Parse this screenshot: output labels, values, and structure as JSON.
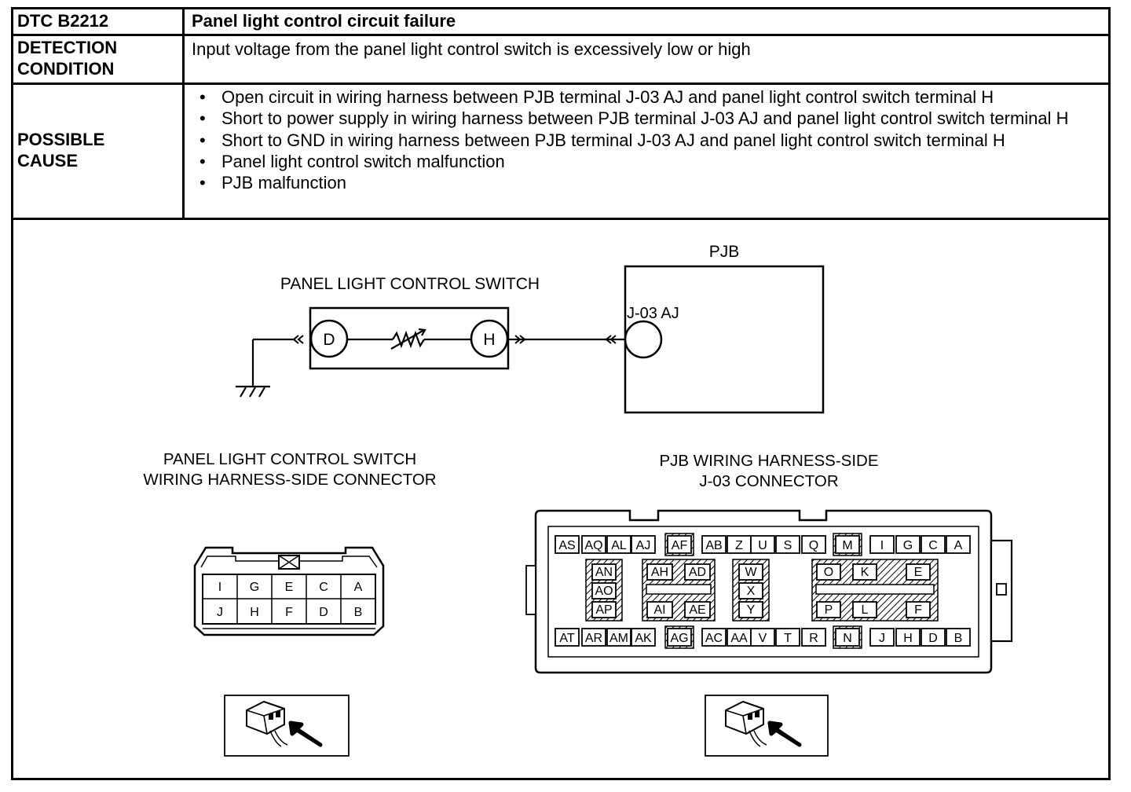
{
  "dtc": {
    "code": "DTC B2212",
    "title": "Panel light control circuit failure"
  },
  "detection": {
    "label_line1": "DETECTION",
    "label_line2": "CONDITION",
    "text": "Input voltage from the panel light control switch is excessively low or high"
  },
  "possible_cause": {
    "label_line1": "POSSIBLE",
    "label_line2": "CAUSE",
    "items": [
      "Open circuit in wiring harness between PJB terminal J-03 AJ and panel light control switch terminal H",
      "Short to power supply in wiring harness between PJB terminal J-03 AJ and panel light control switch terminal H",
      "Short to GND in wiring harness between PJB terminal J-03 AJ and panel light control switch terminal H",
      "Panel light control switch malfunction",
      "PJB malfunction"
    ]
  },
  "schematic": {
    "switch_label": "PANEL LIGHT CONTROL SWITCH",
    "pjb_label": "PJB",
    "terminal_d": "D",
    "terminal_h": "H",
    "pjb_terminal": "J-03 AJ"
  },
  "switch_connector": {
    "title_line1": "PANEL LIGHT CONTROL SWITCH",
    "title_line2": "WIRING HARNESS-SIDE CONNECTOR",
    "top_row": [
      "I",
      "G",
      "E",
      "C",
      "A"
    ],
    "bottom_row": [
      "J",
      "H",
      "F",
      "D",
      "B"
    ]
  },
  "pjb_connector": {
    "title_line1": "PJB WIRING HARNESS-SIDE",
    "title_line2": "J-03 CONNECTOR",
    "top_row": [
      "AS",
      "AQ",
      "AL",
      "AJ",
      "AF",
      "AB",
      "Z",
      "U",
      "S",
      "Q",
      "M",
      "I",
      "G",
      "C",
      "A"
    ],
    "mid_left": [
      "AN",
      "AO",
      "AP"
    ],
    "mid_a": [
      "AH",
      "AD",
      "AI",
      "AE"
    ],
    "mid_b": [
      "W",
      "X",
      "Y"
    ],
    "mid_c": [
      "O",
      "K",
      "E",
      "P",
      "L",
      "F"
    ],
    "bottom_row": [
      "AT",
      "AR",
      "AM",
      "AK",
      "AG",
      "AC",
      "AA",
      "V",
      "T",
      "R",
      "N",
      "J",
      "H",
      "D",
      "B"
    ]
  }
}
